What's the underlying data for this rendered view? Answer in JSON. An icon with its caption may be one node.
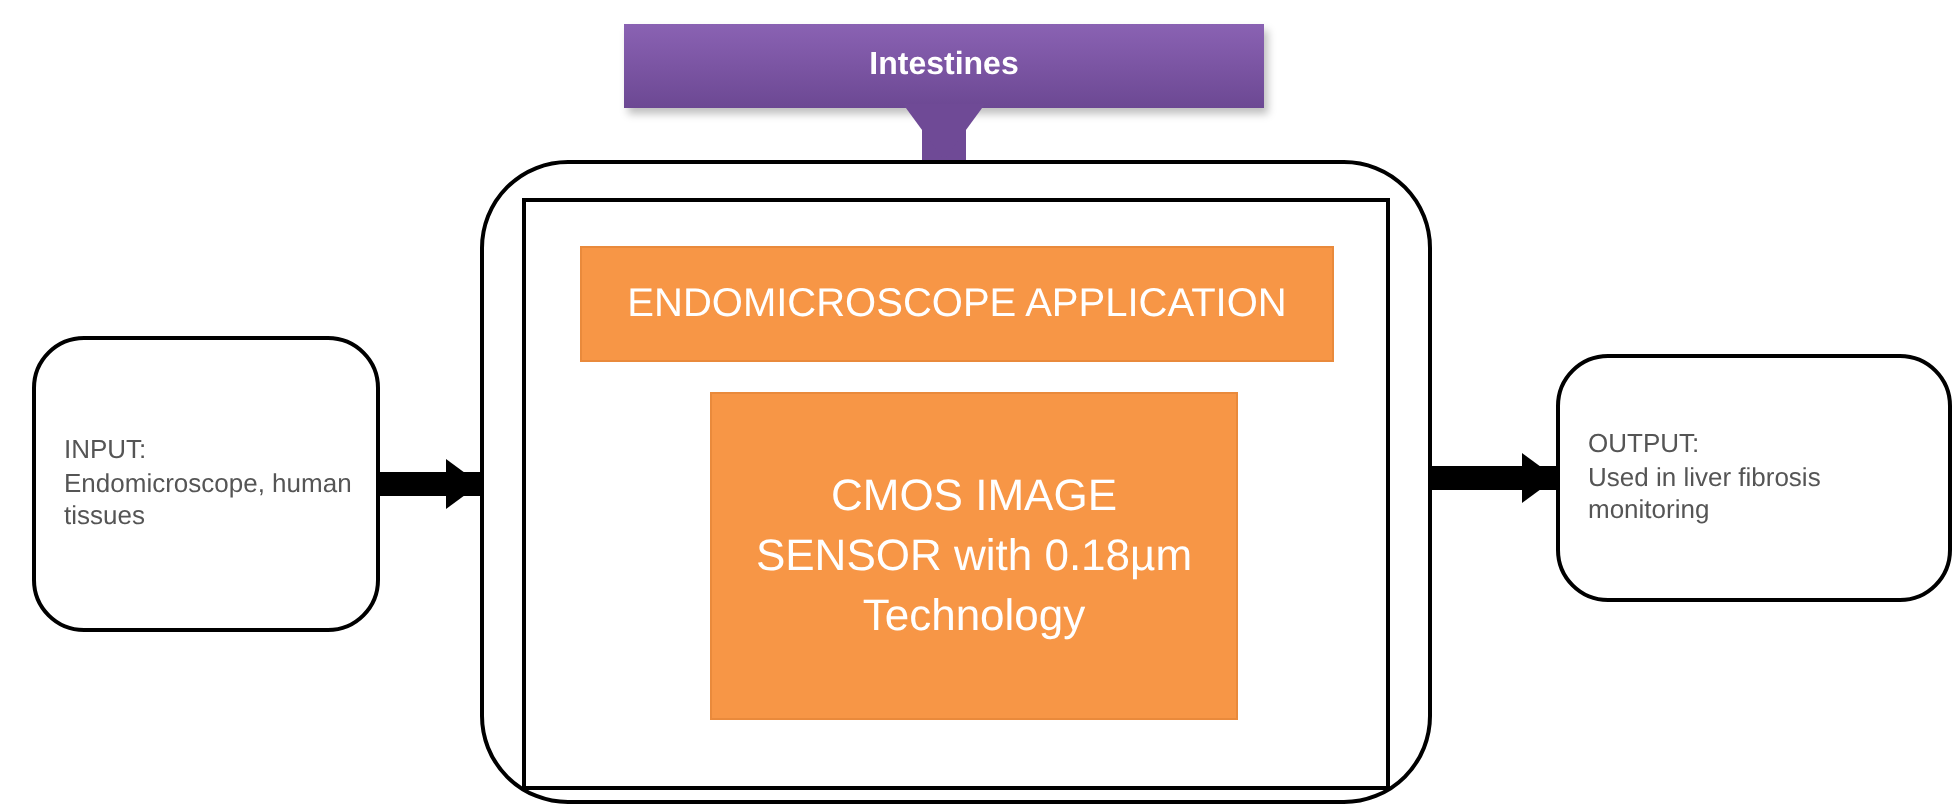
{
  "diagram": {
    "nodes": [
      {
        "text": [
          "Intestines"
        ]
      },
      {
        "text": [],
        "shape": "box"
      },
      {
        "text": [],
        "shape": "box",
        "in": 1
      },
      {
        "text": [
          "ENDOMICROSCOPE APPLICATION"
        ],
        "in": 2
      },
      {
        "text": [
          "CMOS IMAGE SENSOR with 0.18µm Technology"
        ],
        "in": 2
      },
      {
        "text": [
          "INPUT:",
          "Endomicroscope, human tissues"
        ]
      },
      {
        "text": [
          "OUTPUT:",
          "Used in liver fibrosis monitoring"
        ]
      }
    ],
    "edges": [
      {
        "from": 0,
        "to": 1,
        "arrow": "to",
        "style": "thick",
        "color": "#6f4a96"
      },
      {
        "from": 5,
        "to": 1,
        "arrow": "to"
      },
      {
        "from": 1,
        "to": 6,
        "arrow": "to"
      }
    ]
  }
}
